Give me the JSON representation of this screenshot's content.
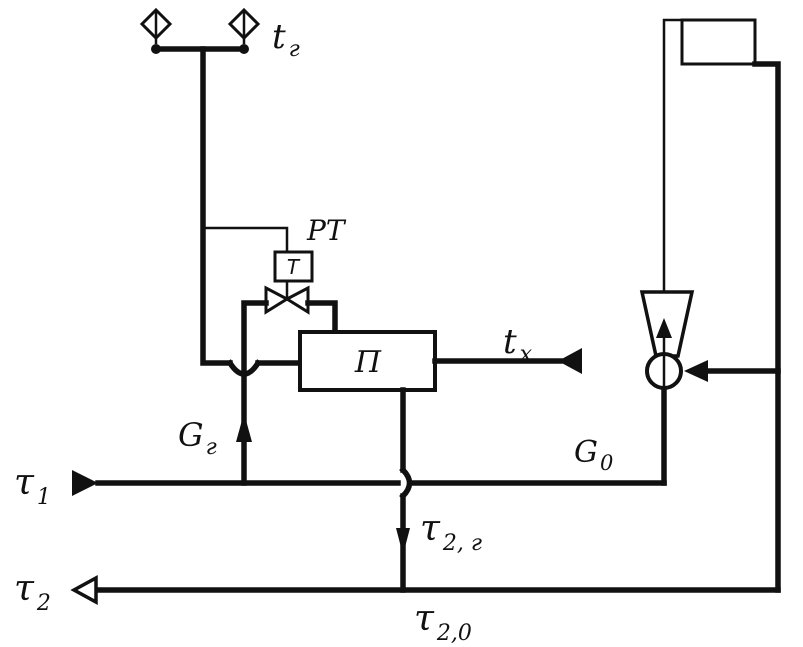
{
  "labels": {
    "t_g": "t",
    "t_g_sub": "г",
    "rt": "РТ",
    "regulator_box": "T",
    "heater": "П",
    "t_x": "t",
    "t_x_sub": "х",
    "g_g": "G",
    "g_g_sub": "г",
    "g_0": "G",
    "g_0_sub": "0",
    "tau_1": "τ",
    "tau_1_sub": "1",
    "tau_2": "τ",
    "tau_2_sub": "2",
    "tau_2g": "τ",
    "tau_2g_sub": "2, г",
    "tau_20": "τ",
    "tau_20_sub": "2,0"
  }
}
